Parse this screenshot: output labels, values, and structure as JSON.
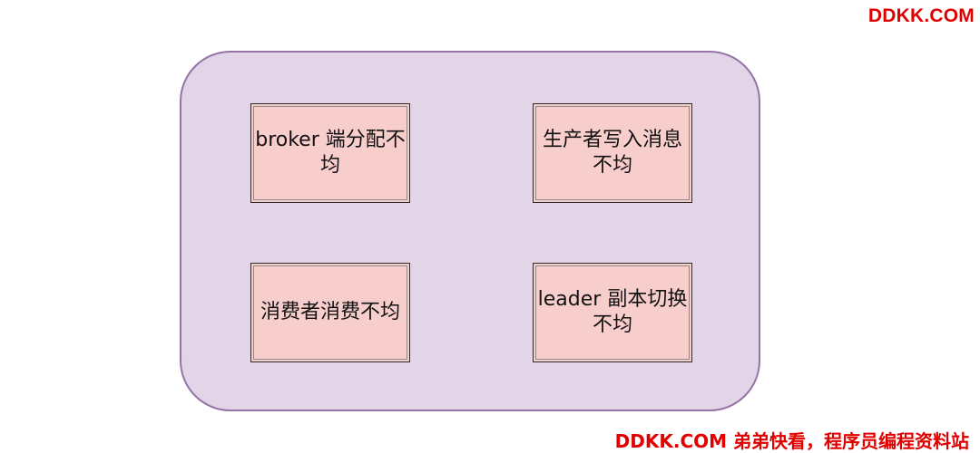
{
  "watermarks": {
    "top": "DDKK.COM",
    "bottom": "DDKK.COM 弟弟快看，程序员编程资料站"
  },
  "nodes": [
    {
      "label": "broker 端分配不均"
    },
    {
      "label": "生产者写入消息不均"
    },
    {
      "label": "消费者消费不均"
    },
    {
      "label": "leader 副本切换不均"
    }
  ]
}
